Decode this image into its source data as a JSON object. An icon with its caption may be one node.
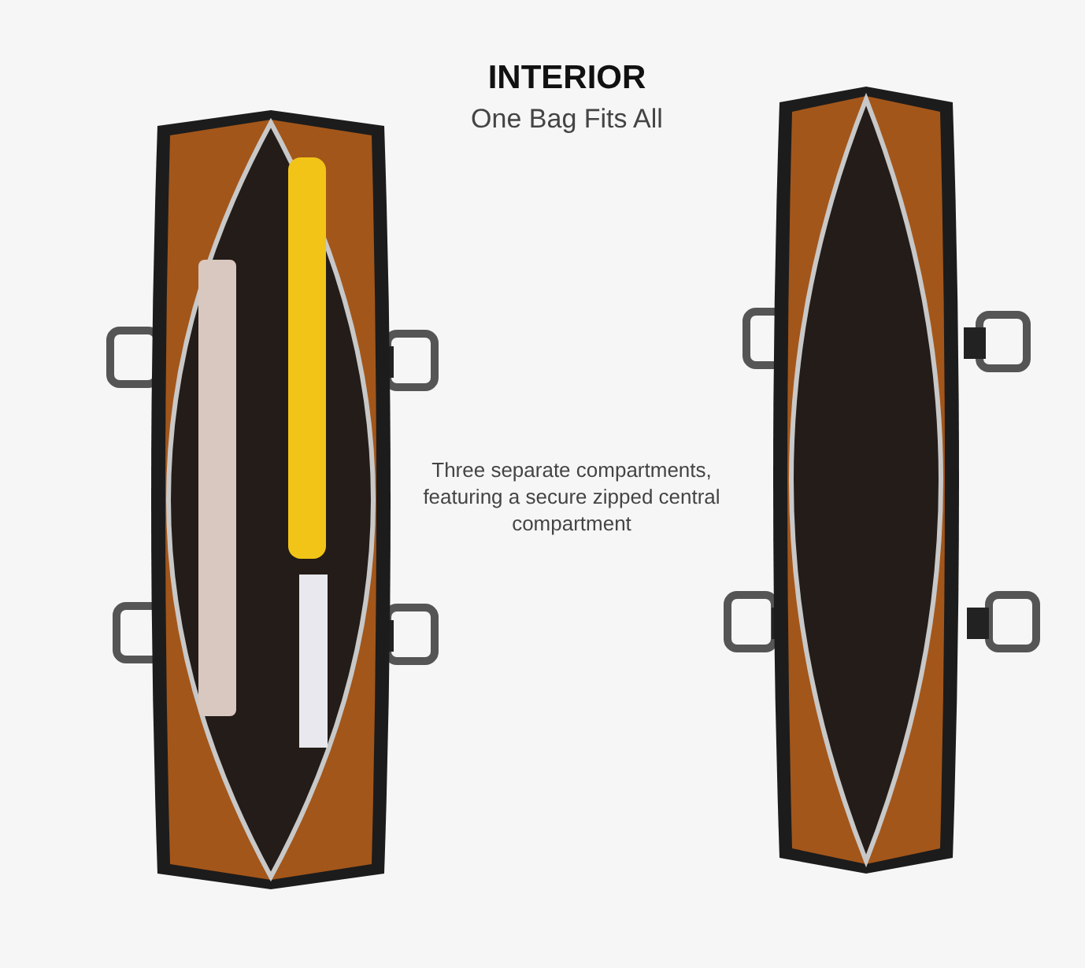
{
  "diagram": {
    "title": "INTERIOR",
    "labels": [
      "One Bag Fits All",
      "Three separate compartments, featuring a secure zipped central compartment"
    ]
  }
}
